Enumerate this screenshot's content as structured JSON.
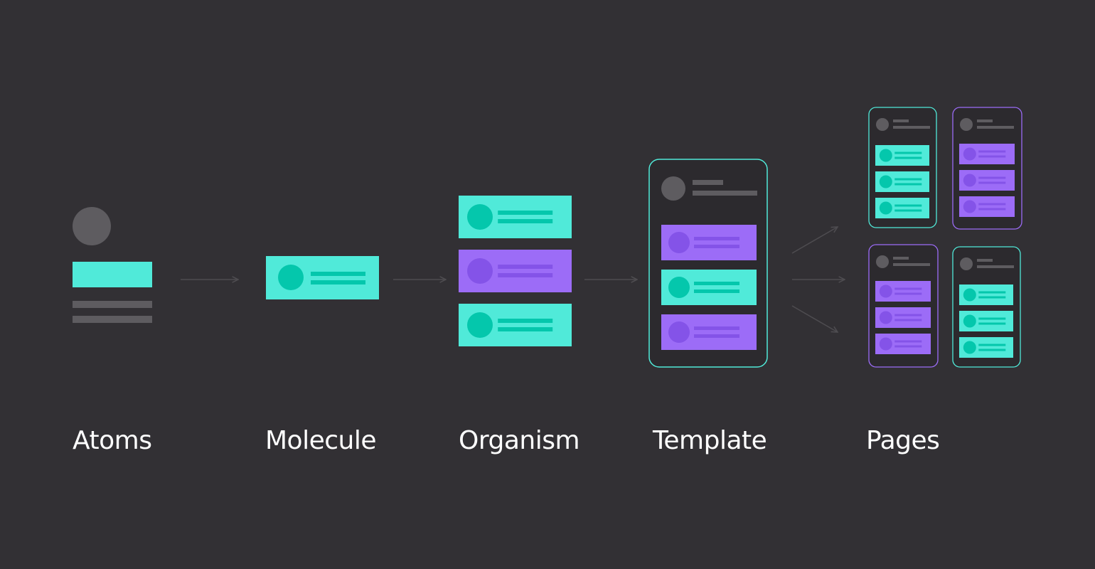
{
  "colors": {
    "background": "#323034",
    "teal": "#50ead9",
    "teal_dark": "#04c7ac",
    "purple": "#9c6cf7",
    "purple_dark": "#8453e8",
    "gray": "#5e5c60",
    "frame_dark": "#2c2a2e",
    "arrow": "#4e4c50",
    "label": "#ffffff"
  },
  "stages": [
    {
      "id": "atoms",
      "label": "Atoms"
    },
    {
      "id": "molecule",
      "label": "Molecule"
    },
    {
      "id": "organism",
      "label": "Organism"
    },
    {
      "id": "template",
      "label": "Template"
    },
    {
      "id": "pages",
      "label": "Pages"
    }
  ],
  "organism_cards": [
    "teal",
    "purple",
    "teal"
  ],
  "template_cards": [
    "purple",
    "teal",
    "purple"
  ],
  "pages": [
    {
      "frame": "teal",
      "cards": [
        "teal",
        "teal",
        "teal"
      ]
    },
    {
      "frame": "purple",
      "cards": [
        "purple",
        "purple",
        "purple"
      ]
    },
    {
      "frame": "purple",
      "cards": [
        "purple",
        "purple",
        "purple"
      ]
    },
    {
      "frame": "teal",
      "cards": [
        "teal",
        "teal",
        "teal"
      ]
    }
  ]
}
